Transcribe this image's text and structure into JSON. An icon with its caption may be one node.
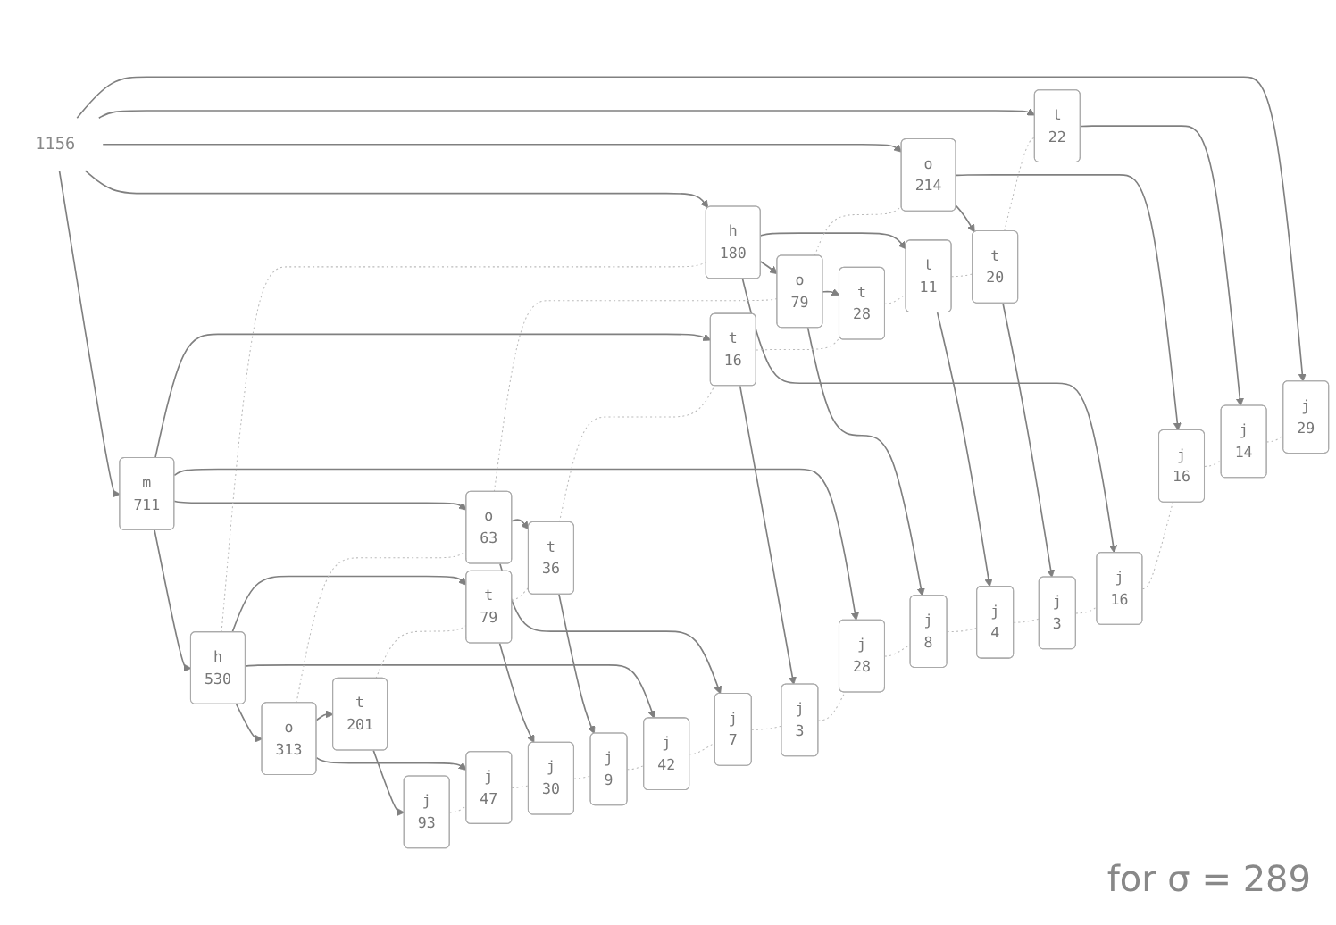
{
  "diagram": {
    "nodes": [
      {
        "text": [
          "1156"
        ]
      },
      {
        "text": [
          "m",
          "711"
        ]
      },
      {
        "text": [
          "h",
          "180"
        ]
      },
      {
        "text": [
          "o",
          "214"
        ]
      },
      {
        "text": [
          "t",
          "22"
        ]
      },
      {
        "text": [
          "j",
          "29"
        ]
      },
      {
        "text": [
          "h",
          "530"
        ]
      },
      {
        "text": [
          "o",
          "63"
        ]
      },
      {
        "text": [
          "t",
          "16"
        ]
      },
      {
        "text": [
          "j",
          "28"
        ]
      },
      {
        "text": [
          "o",
          "79"
        ]
      },
      {
        "text": [
          "t",
          "11"
        ]
      },
      {
        "text": [
          "j",
          "16"
        ]
      },
      {
        "text": [
          "t",
          "20"
        ]
      },
      {
        "text": [
          "j",
          "16"
        ]
      },
      {
        "text": [
          "j",
          "14"
        ]
      },
      {
        "text": [
          "o",
          "313"
        ]
      },
      {
        "text": [
          "t",
          "79"
        ]
      },
      {
        "text": [
          "j",
          "42"
        ]
      },
      {
        "text": [
          "t",
          "36"
        ]
      },
      {
        "text": [
          "j",
          "7"
        ]
      },
      {
        "text": [
          "j",
          "3"
        ]
      },
      {
        "text": [
          "t",
          "28"
        ]
      },
      {
        "text": [
          "j",
          "8"
        ]
      },
      {
        "text": [
          "j",
          "4"
        ]
      },
      {
        "text": [
          "j",
          "3"
        ]
      },
      {
        "text": [
          "t",
          "201"
        ]
      },
      {
        "text": [
          "j",
          "47"
        ]
      },
      {
        "text": [
          "j",
          "30"
        ]
      },
      {
        "text": [
          "j",
          "9"
        ]
      },
      {
        "text": [
          "j",
          "93"
        ]
      }
    ],
    "edges": [
      {
        "from": 0,
        "to": 1,
        "arrow": "to"
      },
      {
        "from": 0,
        "to": 2,
        "arrow": "to"
      },
      {
        "from": 0,
        "to": 3,
        "arrow": "to"
      },
      {
        "from": 0,
        "to": 4,
        "arrow": "to"
      },
      {
        "from": 0,
        "to": 5,
        "arrow": "to"
      },
      {
        "from": 1,
        "to": 6,
        "arrow": "to"
      },
      {
        "from": 1,
        "to": 7,
        "arrow": "to"
      },
      {
        "from": 1,
        "to": 8,
        "arrow": "to"
      },
      {
        "from": 1,
        "to": 9,
        "arrow": "to"
      },
      {
        "from": 2,
        "to": 10,
        "arrow": "to"
      },
      {
        "from": 2,
        "to": 11,
        "arrow": "to"
      },
      {
        "from": 2,
        "to": 12,
        "arrow": "to"
      },
      {
        "from": 3,
        "to": 13,
        "arrow": "to"
      },
      {
        "from": 3,
        "to": 14,
        "arrow": "to"
      },
      {
        "from": 4,
        "to": 15,
        "arrow": "to"
      },
      {
        "from": 6,
        "to": 16,
        "arrow": "to"
      },
      {
        "from": 6,
        "to": 17,
        "arrow": "to"
      },
      {
        "from": 6,
        "to": 18,
        "arrow": "to"
      },
      {
        "from": 7,
        "to": 19,
        "arrow": "to"
      },
      {
        "from": 7,
        "to": 20,
        "arrow": "to"
      },
      {
        "from": 8,
        "to": 21,
        "arrow": "to"
      },
      {
        "from": 10,
        "to": 22,
        "arrow": "to"
      },
      {
        "from": 10,
        "to": 23,
        "arrow": "to"
      },
      {
        "from": 11,
        "to": 24,
        "arrow": "to"
      },
      {
        "from": 13,
        "to": 25,
        "arrow": "to"
      },
      {
        "from": 16,
        "to": 26,
        "arrow": "to"
      },
      {
        "from": 16,
        "to": 27,
        "arrow": "to"
      },
      {
        "from": 17,
        "to": 28,
        "arrow": "to"
      },
      {
        "from": 19,
        "to": 29,
        "arrow": "to"
      },
      {
        "from": 26,
        "to": 30,
        "arrow": "to"
      },
      {
        "from": 6,
        "to": 2,
        "arrow": "none",
        "style": "dashed",
        "color": "#bbbbbb"
      },
      {
        "from": 16,
        "to": 7,
        "arrow": "none",
        "style": "dashed",
        "color": "#bbbbbb"
      },
      {
        "from": 7,
        "to": 10,
        "arrow": "none",
        "style": "dashed",
        "color": "#bbbbbb"
      },
      {
        "from": 10,
        "to": 3,
        "arrow": "none",
        "style": "dashed",
        "color": "#bbbbbb"
      },
      {
        "from": 26,
        "to": 17,
        "arrow": "none",
        "style": "dashed",
        "color": "#bbbbbb"
      },
      {
        "from": 17,
        "to": 19,
        "arrow": "none",
        "style": "dashed",
        "color": "#bbbbbb"
      },
      {
        "from": 19,
        "to": 8,
        "arrow": "none",
        "style": "dashed",
        "color": "#bbbbbb"
      },
      {
        "from": 8,
        "to": 22,
        "arrow": "none",
        "style": "dashed",
        "color": "#bbbbbb"
      },
      {
        "from": 22,
        "to": 11,
        "arrow": "none",
        "style": "dashed",
        "color": "#bbbbbb"
      },
      {
        "from": 11,
        "to": 13,
        "arrow": "none",
        "style": "dashed",
        "color": "#bbbbbb"
      },
      {
        "from": 13,
        "to": 4,
        "arrow": "none",
        "style": "dashed",
        "color": "#bbbbbb"
      },
      {
        "from": 30,
        "to": 27,
        "arrow": "none",
        "style": "dashed",
        "color": "#bbbbbb"
      },
      {
        "from": 27,
        "to": 28,
        "arrow": "none",
        "style": "dashed",
        "color": "#bbbbbb"
      },
      {
        "from": 28,
        "to": 29,
        "arrow": "none",
        "style": "dashed",
        "color": "#bbbbbb"
      },
      {
        "from": 29,
        "to": 18,
        "arrow": "none",
        "style": "dashed",
        "color": "#bbbbbb"
      },
      {
        "from": 18,
        "to": 20,
        "arrow": "none",
        "style": "dashed",
        "color": "#bbbbbb"
      },
      {
        "from": 20,
        "to": 21,
        "arrow": "none",
        "style": "dashed",
        "color": "#bbbbbb"
      },
      {
        "from": 21,
        "to": 9,
        "arrow": "none",
        "style": "dashed",
        "color": "#bbbbbb"
      },
      {
        "from": 9,
        "to": 23,
        "arrow": "none",
        "style": "dashed",
        "color": "#bbbbbb"
      },
      {
        "from": 23,
        "to": 24,
        "arrow": "none",
        "style": "dashed",
        "color": "#bbbbbb"
      },
      {
        "from": 24,
        "to": 25,
        "arrow": "none",
        "style": "dashed",
        "color": "#bbbbbb"
      },
      {
        "from": 25,
        "to": 12,
        "arrow": "none",
        "style": "dashed",
        "color": "#bbbbbb"
      },
      {
        "from": 12,
        "to": 14,
        "arrow": "none",
        "style": "dashed",
        "color": "#bbbbbb"
      },
      {
        "from": 14,
        "to": 15,
        "arrow": "none",
        "style": "dashed",
        "color": "#bbbbbb"
      },
      {
        "from": 15,
        "to": 5,
        "arrow": "none",
        "style": "dashed",
        "color": "#bbbbbb"
      }
    ],
    "labels": [
      "for σ = 289"
    ]
  }
}
